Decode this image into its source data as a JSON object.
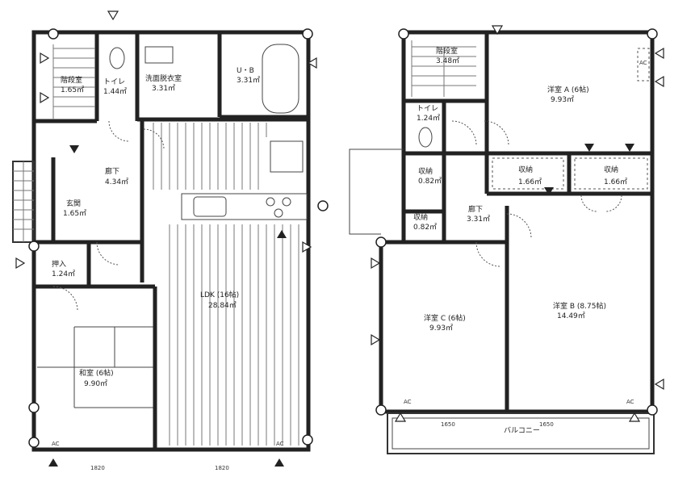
{
  "floor1": {
    "rooms": {
      "stairs": {
        "name": "階段室",
        "area": "1.65㎡"
      },
      "toilet": {
        "name": "トイレ",
        "area": "1.44㎡"
      },
      "washroom": {
        "name": "洗面脱衣室",
        "area": "3.31㎡"
      },
      "bath": {
        "name": "U・B",
        "area": "3.31㎡"
      },
      "hall": {
        "name": "廊下",
        "area": "4.34㎡"
      },
      "entrance": {
        "name": "玄関",
        "area": "1.65㎡"
      },
      "closet": {
        "name": "押入",
        "area": "1.24㎡"
      },
      "ldk": {
        "name": "LDK (16帖)",
        "area": "28.84㎡"
      },
      "washitsu": {
        "name": "和室 (6帖)",
        "area": "9.90㎡"
      }
    },
    "labels": {
      "ac1": "AC",
      "ac2": "AC",
      "dim_left": "1820",
      "dim_right": "1820"
    }
  },
  "floor2": {
    "rooms": {
      "stairs": {
        "name": "階段室",
        "area": "3.48㎡"
      },
      "toilet": {
        "name": "トイレ",
        "area": "1.24㎡"
      },
      "room_a": {
        "name": "洋室 A (6帖)",
        "area": "9.93㎡"
      },
      "storage1": {
        "name": "収納",
        "area": "0.82㎡"
      },
      "storage2": {
        "name": "収納",
        "area": "0.82㎡"
      },
      "hall": {
        "name": "廊下",
        "area": "3.31㎡"
      },
      "closet1": {
        "name": "収納",
        "area": "1.66㎡"
      },
      "closet2": {
        "name": "収納",
        "area": "1.66㎡"
      },
      "room_b": {
        "name": "洋室 B (8.75帖)",
        "area": "14.49㎡"
      },
      "room_c": {
        "name": "洋室 C (6帖)",
        "area": "9.93㎡"
      }
    },
    "labels": {
      "balcony": "バルコニー",
      "ac1": "AC",
      "ac2": "AC",
      "ac3": "AC",
      "dim1": "1650",
      "dim2": "1650"
    }
  }
}
